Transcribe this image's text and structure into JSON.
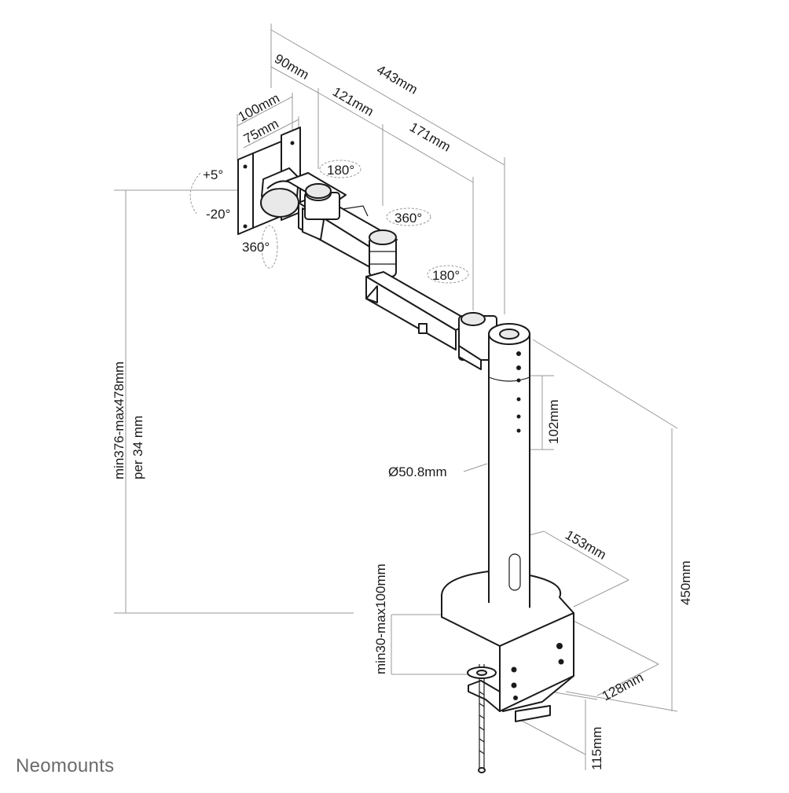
{
  "diagram": {
    "brand": "Neomounts",
    "dimensions": {
      "total_reach": "443mm",
      "vesa_offset": "90mm",
      "arm_segment_1": "121mm",
      "arm_segment_2": "171mm",
      "vesa_large": "100mm",
      "vesa_small": "75mm",
      "height_range": "min376-max478mm",
      "height_step": "per 34 mm",
      "pole_hole_spacing": "102mm",
      "pole_diameter": "Ø50.8mm",
      "pole_height": "450mm",
      "clamp_range": "min30-max100mm",
      "base_width": "153mm",
      "base_depth": "128mm",
      "clamp_height": "115mm"
    },
    "rotations": {
      "tilt_up": "+5°",
      "tilt_down": "-20°",
      "screen_rotation": "360°",
      "joint_1": "180°",
      "joint_2": "360°",
      "joint_3": "180°"
    }
  }
}
